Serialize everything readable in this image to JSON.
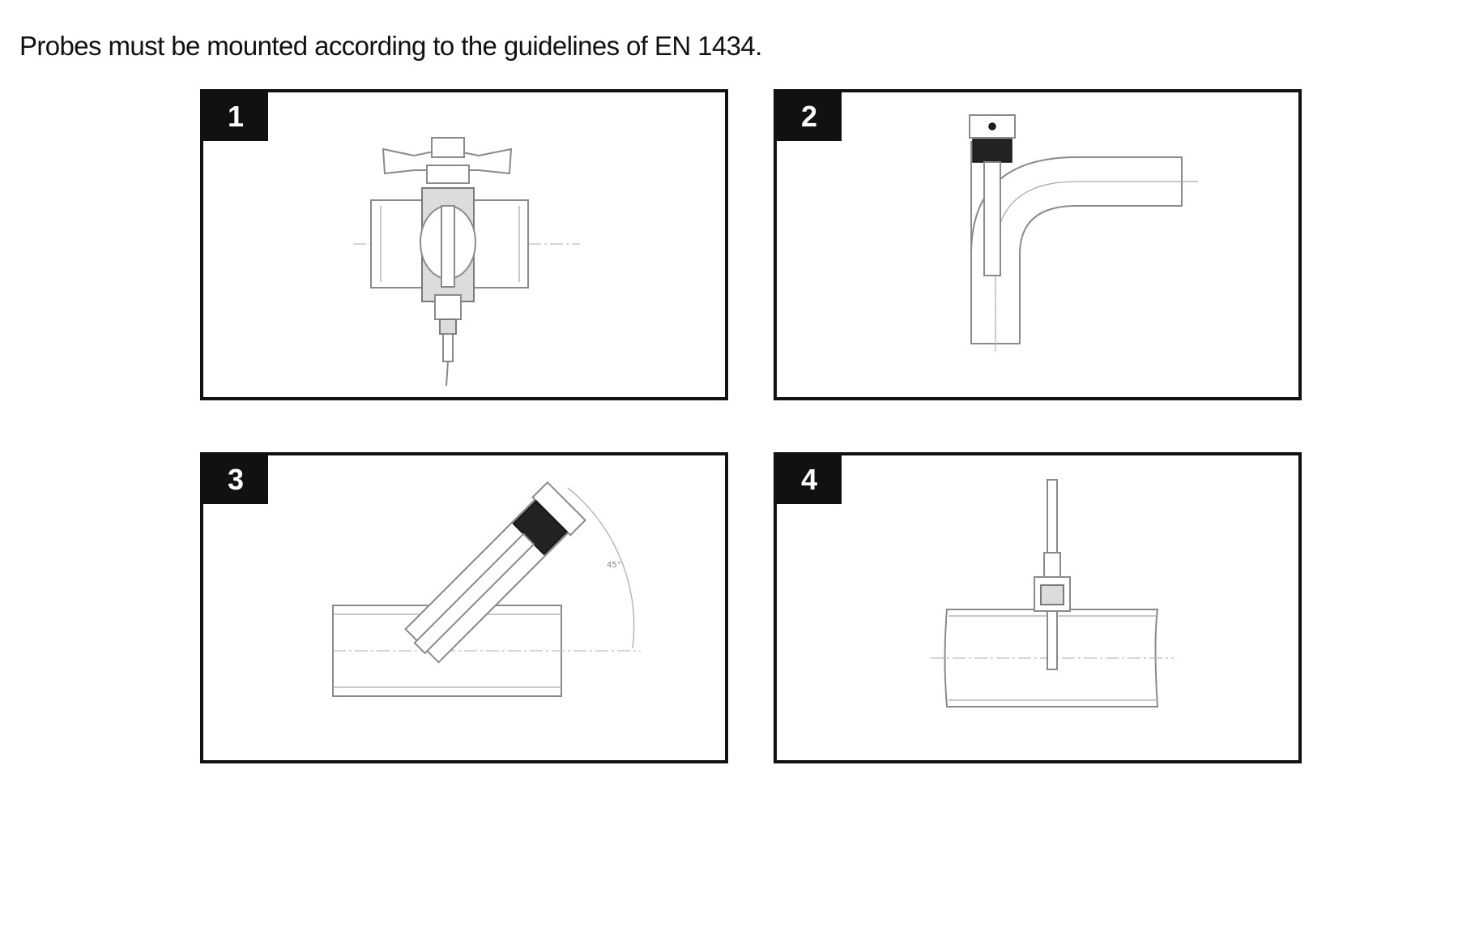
{
  "intro_text": "Probes must be mounted according to the guidelines of EN 1434.",
  "panels": [
    {
      "number": "1",
      "icon": "ball-valve-probe-icon"
    },
    {
      "number": "2",
      "icon": "elbow-pipe-probe-icon"
    },
    {
      "number": "3",
      "icon": "angled-45-degree-probe-icon"
    },
    {
      "number": "4",
      "icon": "tee-pipe-probe-icon"
    }
  ],
  "angle_label": "45°",
  "colors": {
    "frame": "#111111",
    "drawing": "#8a8a8a",
    "badge_text": "#ffffff"
  }
}
